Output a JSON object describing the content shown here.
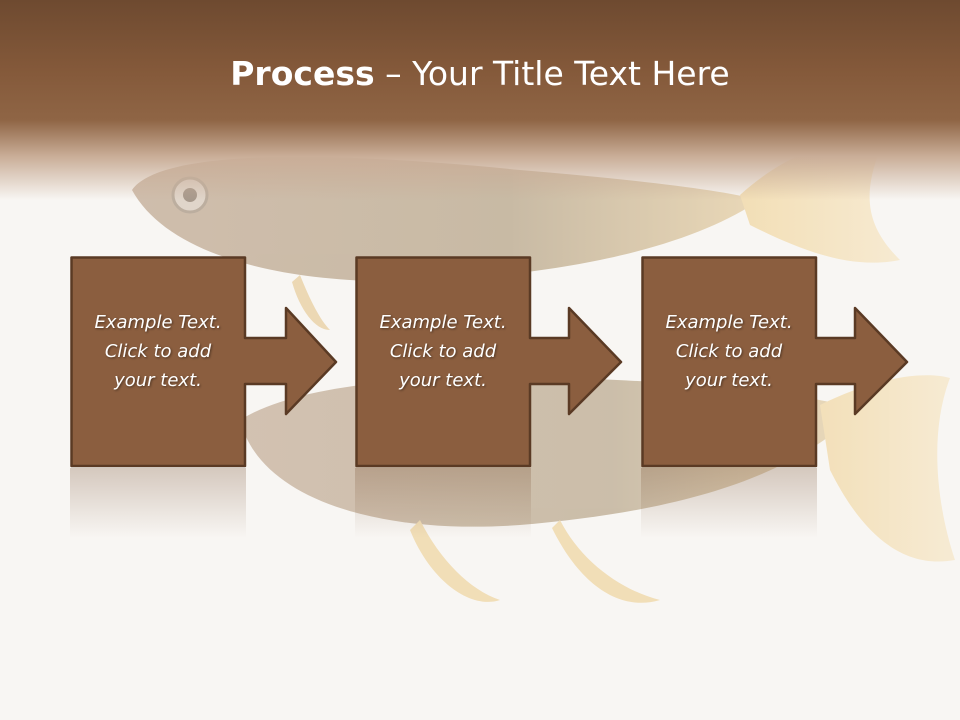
{
  "slide": {
    "title_bold": "Process",
    "title_rest": " – Your Title Text Here"
  },
  "steps": [
    {
      "line1": "Example Text.",
      "line2": "Click  to add",
      "line3": "your text."
    },
    {
      "line1": "Example Text.",
      "line2": "Click  to add",
      "line3": "your text."
    },
    {
      "line1": "Example Text.",
      "line2": "Click  to add",
      "line3": "your text."
    }
  ],
  "colors": {
    "header": "#84593a",
    "box_fill": "#8b5e3f",
    "box_stroke": "#5a3a24",
    "title_text": "#ffffff"
  }
}
